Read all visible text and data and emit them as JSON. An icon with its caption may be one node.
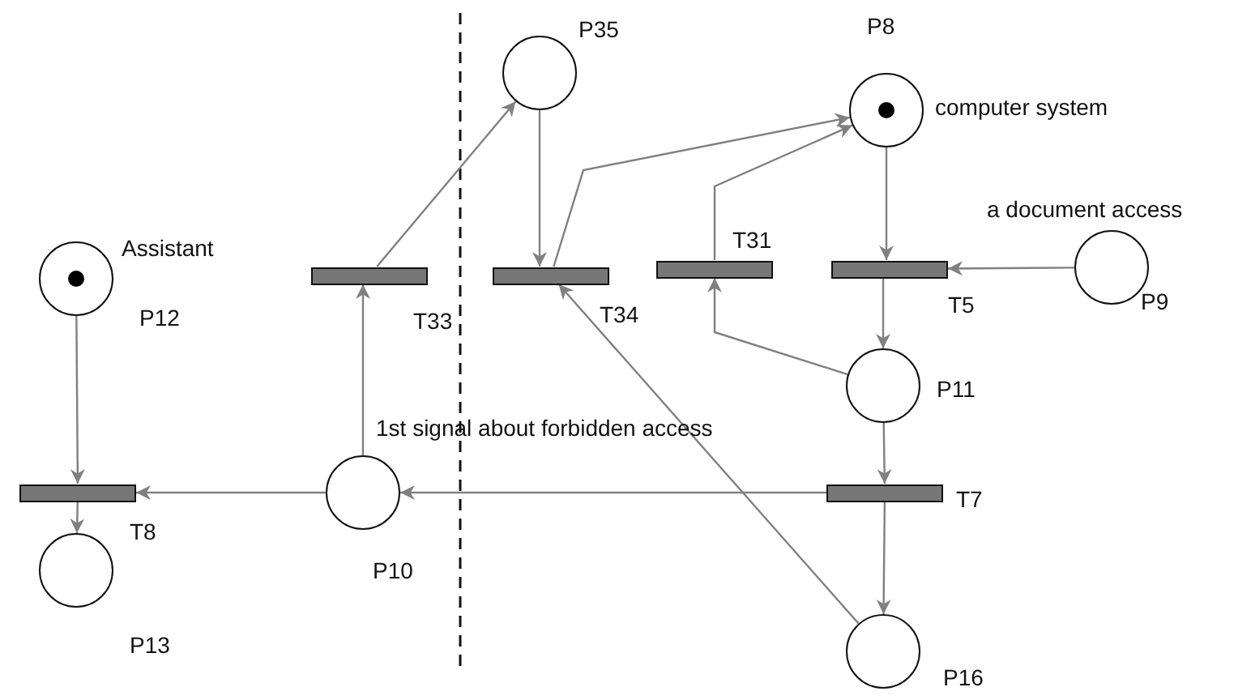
{
  "diagram": {
    "nodes": [
      {
        "text": [],
        "shape": "token",
        "beside": [
          "P8",
          "computer system"
        ]
      },
      {
        "text": [],
        "shape": "circle",
        "beside": [
          "P35"
        ]
      },
      {
        "text": [],
        "shape": "bar",
        "beside": [
          "T33"
        ]
      },
      {
        "text": [],
        "shape": "bar",
        "beside": [
          "T34"
        ]
      },
      {
        "text": [],
        "shape": "bar",
        "beside": [
          "T31"
        ]
      },
      {
        "text": [],
        "shape": "bar",
        "beside": [
          "T5"
        ]
      },
      {
        "text": [],
        "shape": "circle",
        "beside": [
          "a document access",
          "P9"
        ]
      },
      {
        "text": [],
        "shape": "token",
        "beside": [
          "Assistant",
          "P12"
        ]
      },
      {
        "text": [],
        "shape": "circle",
        "beside": [
          "P11"
        ]
      },
      {
        "text": [],
        "shape": "circle",
        "beside": [
          "1st signal about forbidden access",
          "P10"
        ]
      },
      {
        "text": [],
        "shape": "bar",
        "beside": [
          "T8"
        ]
      },
      {
        "text": [],
        "shape": "bar",
        "beside": [
          "T7"
        ]
      },
      {
        "text": [],
        "shape": "circle",
        "beside": [
          "P13"
        ]
      },
      {
        "text": [],
        "shape": "circle",
        "beside": [
          "P16"
        ]
      }
    ],
    "edges": [
      {
        "from": 1,
        "to": 3,
        "arrow": "to"
      },
      {
        "from": 3,
        "to": 0,
        "arrow": "to"
      },
      {
        "from": 4,
        "to": 0,
        "arrow": "to"
      },
      {
        "from": 0,
        "to": 5,
        "arrow": "to"
      },
      {
        "from": 6,
        "to": 5,
        "arrow": "to"
      },
      {
        "from": 5,
        "to": 8,
        "arrow": "to"
      },
      {
        "from": 8,
        "to": 4,
        "arrow": "to"
      },
      {
        "from": 8,
        "to": 11,
        "arrow": "to"
      },
      {
        "from": 11,
        "to": 13,
        "arrow": "to"
      },
      {
        "from": 11,
        "to": 9,
        "arrow": "to"
      },
      {
        "from": 13,
        "to": 3,
        "arrow": "to"
      },
      {
        "from": 2,
        "to": 1,
        "arrow": "to"
      },
      {
        "from": 9,
        "to": 2,
        "arrow": "to"
      },
      {
        "from": 9,
        "to": 10,
        "arrow": "to"
      },
      {
        "from": 7,
        "to": 10,
        "arrow": "to"
      },
      {
        "from": 10,
        "to": 12,
        "arrow": "to"
      }
    ]
  }
}
